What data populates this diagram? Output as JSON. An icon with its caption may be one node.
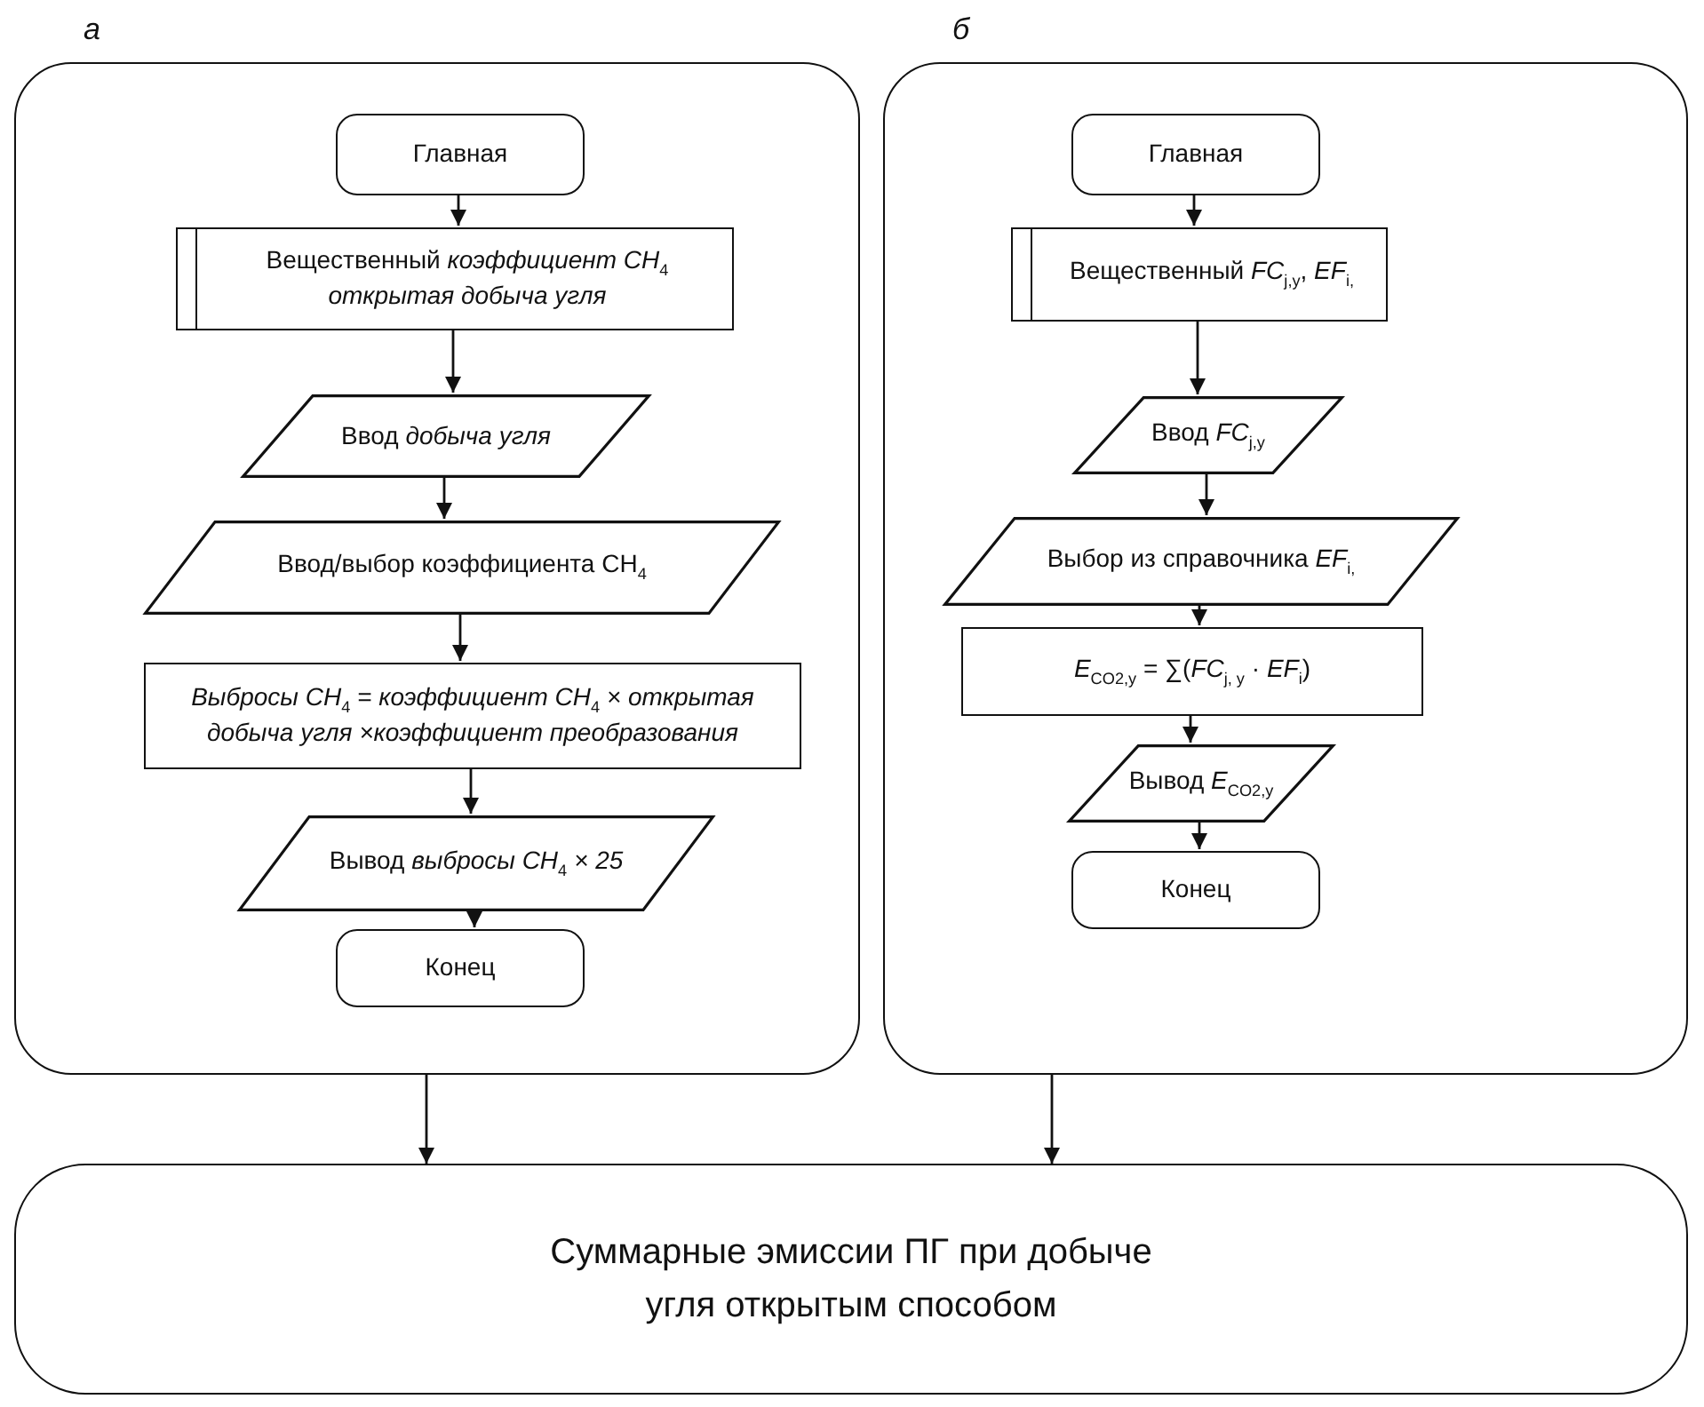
{
  "diagram": {
    "nodes": [
      {
        "text": [
          "а"
        ]
      },
      {
        "text": [
          "Главная"
        ],
        "in": 0
      },
      {
        "text": [
          "Вещественный *коэффициент CH*$_{4}$ *открытая добыча угля*"
        ],
        "in": 0
      },
      {
        "text": [
          "Ввод *добыча угля*"
        ],
        "in": 0
      },
      {
        "text": [
          "Ввод/выбор коэффициента CH$_{4}$"
        ],
        "in": 0
      },
      {
        "text": [
          "*Выбросы CH*$_{4}$ *= коэффициент CH*$_{4}$ *× открытая добыча угля ×коэффициент преобразования*"
        ],
        "in": 0
      },
      {
        "text": [
          "Вывод *выбросы CH*$_{4}$ *× 25*"
        ],
        "in": 0
      },
      {
        "text": [
          "Конец"
        ],
        "in": 0
      },
      {
        "text": [
          "б"
        ]
      },
      {
        "text": [
          "Главная"
        ],
        "in": 8
      },
      {
        "text": [
          "Вещественный *FC*$_{j,y}$, *EF*$_{i,}$"
        ],
        "in": 8
      },
      {
        "text": [
          "Ввод *FC*$_{j,y}$"
        ],
        "in": 8
      },
      {
        "text": [
          "Выбор из справочника *EF*$_{i,}$"
        ],
        "in": 8
      },
      {
        "text": [
          "*E*$_{CO2,y}$ = ∑(*FC*$_{j, y}$ · *EF*$_{i}$)"
        ],
        "in": 8
      },
      {
        "text": [
          "Вывод *E*$_{CO2,y}$"
        ],
        "in": 8
      },
      {
        "text": [
          "Конец"
        ],
        "in": 8
      },
      {
        "text": [
          "Суммарные эмиссии ПГ при добыче угля открытым способом"
        ]
      }
    ],
    "edges": [
      {
        "from": 1,
        "to": 2,
        "arrow": "to"
      },
      {
        "from": 2,
        "to": 3,
        "arrow": "to"
      },
      {
        "from": 3,
        "to": 4,
        "arrow": "to"
      },
      {
        "from": 4,
        "to": 5,
        "arrow": "to"
      },
      {
        "from": 5,
        "to": 6,
        "arrow": "to"
      },
      {
        "from": 6,
        "to": 7,
        "arrow": "to"
      },
      {
        "from": 9,
        "to": 10,
        "arrow": "to"
      },
      {
        "from": 10,
        "to": 11,
        "arrow": "to"
      },
      {
        "from": 11,
        "to": 12,
        "arrow": "to"
      },
      {
        "from": 12,
        "to": 13,
        "arrow": "to"
      },
      {
        "from": 13,
        "to": 14,
        "arrow": "to"
      },
      {
        "from": 14,
        "to": 15,
        "arrow": "to"
      },
      {
        "from": 0,
        "to": 16,
        "arrow": "to"
      },
      {
        "from": 8,
        "to": 16,
        "arrow": "to"
      }
    ]
  }
}
